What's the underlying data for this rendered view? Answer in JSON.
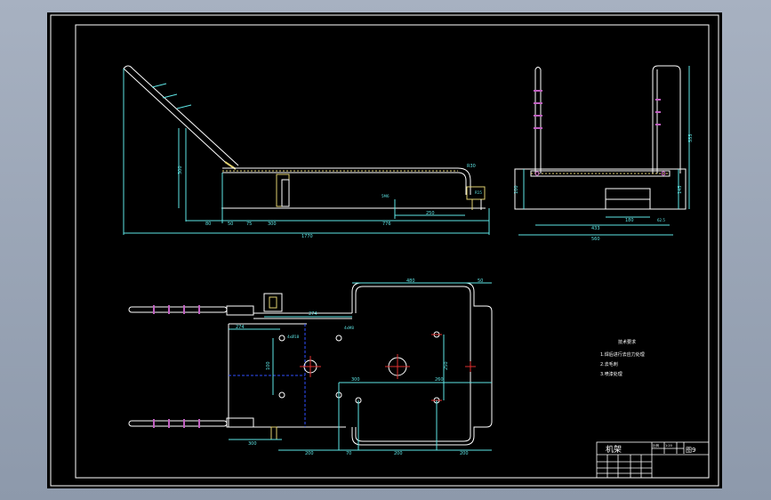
{
  "side_view": {
    "dim_overall_length": "1770",
    "dim_left_offset": "80",
    "dim_seg_50": "50",
    "dim_seg_75": "75",
    "dim_seg_300": "300",
    "dim_seg_776": "776",
    "dim_height": "300",
    "dim_gap": "250",
    "dim_r30": "R30",
    "dim_label_small": "5M6",
    "dim_right_height": "R15"
  },
  "end_view": {
    "dim_height": "555",
    "dim_width": "560",
    "dim_inner_width": "433",
    "dim_slot": "180",
    "dim_base_offset": "62.5",
    "dim_left_height": "100",
    "dim_right_height": "145"
  },
  "plan_view": {
    "dim_top_width": "480",
    "dim_top_offset": "50",
    "dim_arm_length": "274",
    "dim_arm_offset": "274",
    "dim_hole_small": "4xM8",
    "dim_hole_big": "4xØ18",
    "dim_left_height": "100",
    "dim_mid_height": "250",
    "dim_inner_300": "300",
    "dim_inner_260": "260",
    "dim_bottom_300": "300",
    "dim_bottom_200a": "200",
    "dim_bottom_70": "70",
    "dim_bottom_200b": "200",
    "dim_bottom_200c": "200"
  },
  "notes": {
    "title": "技术要求",
    "line1": "1.焊后进行去应力处理",
    "line2": "2.去毛刺",
    "line3": "3.喷漆处理"
  },
  "title_block": {
    "part_name": "机架",
    "scale_label": "比例",
    "scale_value": "1:20",
    "drawing_no": "图9"
  }
}
